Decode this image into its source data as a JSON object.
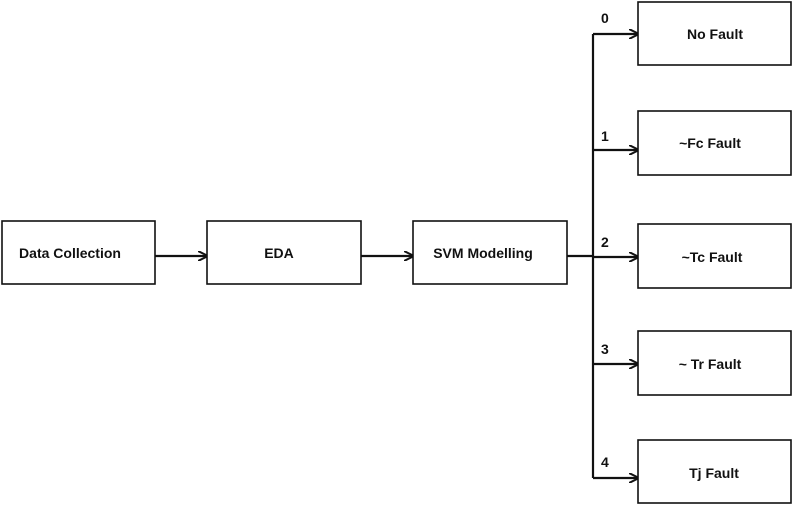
{
  "colors": {
    "stroke": "#111111",
    "background": "#ffffff"
  },
  "pipeline": [
    {
      "id": "data-collection",
      "label": "Data Collection"
    },
    {
      "id": "eda",
      "label": "EDA"
    },
    {
      "id": "svm-modelling",
      "label": "SVM Modelling"
    }
  ],
  "outputs": [
    {
      "id": "no-fault",
      "branch": "0",
      "label": "No Fault"
    },
    {
      "id": "fc-fault",
      "branch": "1",
      "label": "~Fc Fault"
    },
    {
      "id": "tc-fault",
      "branch": "2",
      "label": "~Tc Fault"
    },
    {
      "id": "tr-fault",
      "branch": "3",
      "label": "~ Tr Fault"
    },
    {
      "id": "tj-fault",
      "branch": "4",
      "label": "Tj Fault"
    }
  ]
}
